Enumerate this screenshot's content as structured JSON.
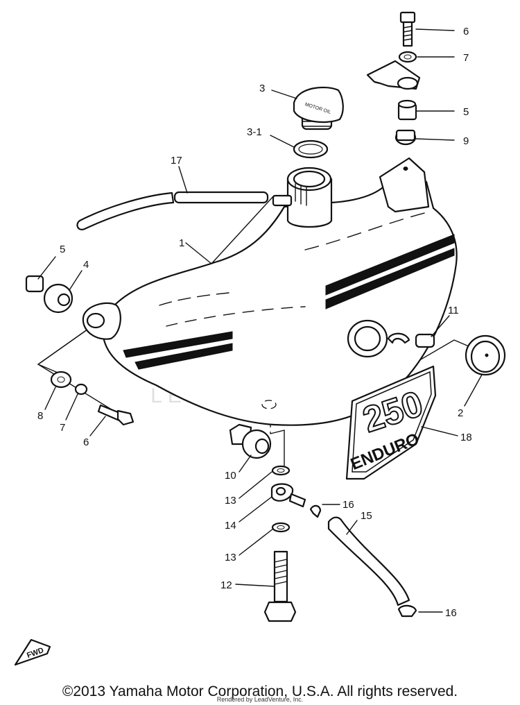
{
  "diagram": {
    "callouts": [
      {
        "id": "c6a",
        "label": "6"
      },
      {
        "id": "c7a",
        "label": "7"
      },
      {
        "id": "c5a",
        "label": "5"
      },
      {
        "id": "c9",
        "label": "9"
      },
      {
        "id": "c3",
        "label": "3"
      },
      {
        "id": "c3-1",
        "label": "3-1"
      },
      {
        "id": "c17",
        "label": "17"
      },
      {
        "id": "c1",
        "label": "1"
      },
      {
        "id": "c5b",
        "label": "5"
      },
      {
        "id": "c4",
        "label": "4"
      },
      {
        "id": "c11",
        "label": "11"
      },
      {
        "id": "c2",
        "label": "2"
      },
      {
        "id": "c8",
        "label": "8"
      },
      {
        "id": "c7b",
        "label": "7"
      },
      {
        "id": "c6b",
        "label": "6"
      },
      {
        "id": "c18",
        "label": "18"
      },
      {
        "id": "c10",
        "label": "10"
      },
      {
        "id": "c13a",
        "label": "13"
      },
      {
        "id": "c14",
        "label": "14"
      },
      {
        "id": "c16a",
        "label": "16"
      },
      {
        "id": "c15",
        "label": "15"
      },
      {
        "id": "c13b",
        "label": "13"
      },
      {
        "id": "c12",
        "label": "12"
      },
      {
        "id": "c16b",
        "label": "16"
      }
    ],
    "cap_text": "MOTOR OIL",
    "plate_number": "250",
    "plate_text": "ENDURO",
    "fwd_label": "FWD",
    "watermark": "LEADVENTURE"
  },
  "footer": {
    "copyright": "©2013 Yamaha Motor Corporation, U.S.A. All rights reserved.",
    "rendered_by": "Rendered by LeadVenture, Inc."
  }
}
